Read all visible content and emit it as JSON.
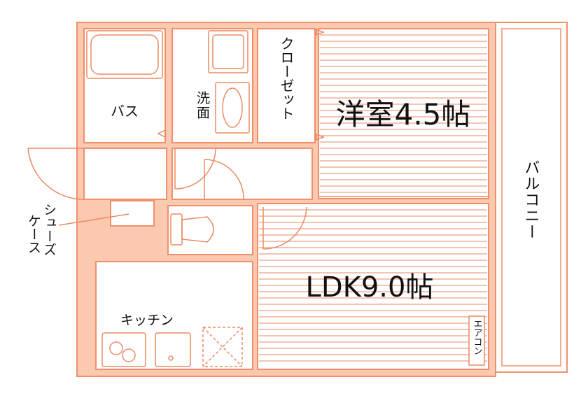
{
  "colors": {
    "wall": "#f0906a",
    "wall_fill": "#fbc8b0",
    "line": "#ea8a64",
    "text": "#111111",
    "background": "#ffffff"
  },
  "rooms": {
    "western_room": "洋室4.5帖",
    "ldk": "LDK9.0帖",
    "bath": "バス",
    "washroom": "洗面",
    "closet": "クローゼット",
    "balcony": "バルコニー",
    "kitchen": "キッチン",
    "shoe_case": "シューズケース",
    "air_conditioner": "エアコン"
  }
}
